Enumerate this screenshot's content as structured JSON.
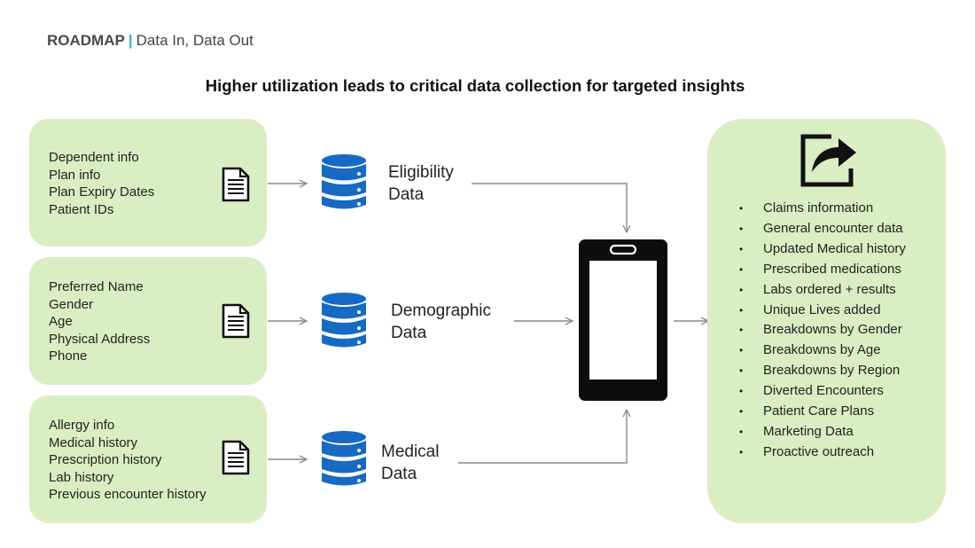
{
  "header": {
    "section": "ROADMAP",
    "separator": "|",
    "subtitle": "Data In, Data Out"
  },
  "title": "Higher utilization leads to critical data collection for targeted insights",
  "sources": [
    {
      "items": [
        "Dependent info",
        "Plan info",
        "Plan Expiry Dates",
        "Patient IDs"
      ],
      "icon": "document-icon",
      "label_line1": "Eligibility",
      "label_line2": "Data"
    },
    {
      "items": [
        "Preferred Name",
        "Gender",
        "Age",
        "Physical Address",
        "Phone"
      ],
      "icon": "document-icon",
      "label_line1": "Demographic",
      "label_line2": "Data"
    },
    {
      "items": [
        "Allergy info",
        "Medical history",
        "Prescription history",
        "Lab history",
        "Previous encounter history"
      ],
      "icon": "document-icon",
      "label_line1": "Medical",
      "label_line2": "Data"
    }
  ],
  "outputs": {
    "icon": "share-export-icon",
    "items": [
      "Claims information",
      "General encounter data",
      "Updated Medical history",
      "Prescribed medications",
      "Labs ordered + results",
      "Unique Lives added",
      "Breakdowns by Gender",
      "Breakdowns by Age",
      "Breakdowns by Region",
      "Diverted Encounters",
      "Patient Care Plans",
      "Marketing Data",
      "Proactive outreach"
    ]
  },
  "colors": {
    "box_fill": "#d9eec3",
    "accent_bar": "#2fb7b0",
    "database_blue": "#1769c4",
    "arrow_gray": "#8a8a8a",
    "phone_black": "#0d0d0d"
  }
}
